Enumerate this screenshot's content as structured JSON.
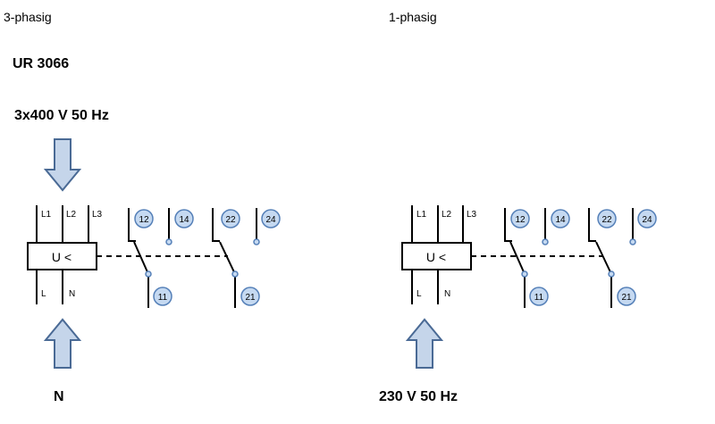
{
  "headers": {
    "left": "3-phasig",
    "right": "1-phasig"
  },
  "device": {
    "model": "UR 3066"
  },
  "supply": {
    "top_label": "3x400 V 50 Hz",
    "bottom_left_label": "N",
    "bottom_right_label": "230 V 50 Hz"
  },
  "colors": {
    "arrow_fill": "#c5d5ea",
    "arrow_stroke": "#4a6a95",
    "terminal_fill": "#c5d9f1",
    "terminal_stroke": "#5580b8",
    "line": "#000000"
  },
  "diagrams": [
    {
      "id": "three-phase",
      "box_label": "U <",
      "inputs_top": [
        "L1",
        "L2",
        "L3"
      ],
      "inputs_bottom": [
        "L",
        "N"
      ],
      "contacts": [
        {
          "common": "11",
          "nc": "12",
          "no": "14"
        },
        {
          "common": "21",
          "nc": "22",
          "no": "24"
        }
      ]
    },
    {
      "id": "single-phase",
      "box_label": "U <",
      "inputs_top": [
        "L1",
        "L2",
        "L3"
      ],
      "inputs_bottom": [
        "L",
        "N"
      ],
      "contacts": [
        {
          "common": "11",
          "nc": "12",
          "no": "14"
        },
        {
          "common": "21",
          "nc": "22",
          "no": "24"
        }
      ]
    }
  ]
}
